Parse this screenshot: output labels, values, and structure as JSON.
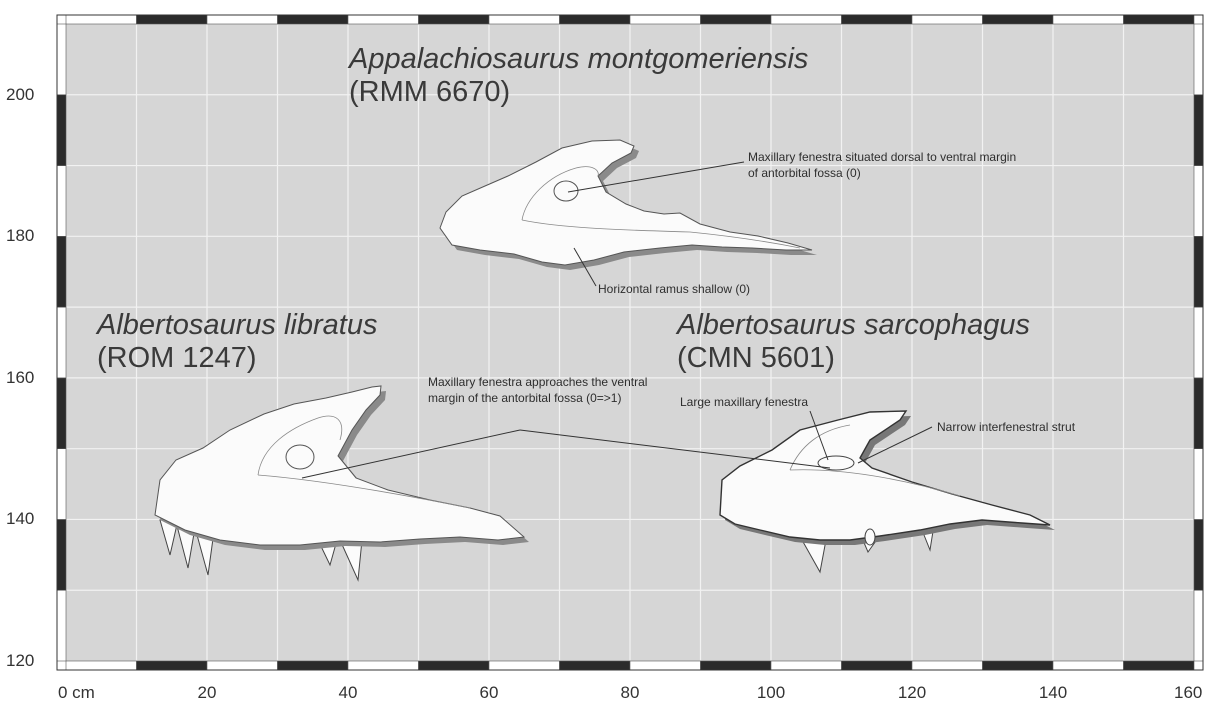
{
  "x_axis": {
    "unit": "cm",
    "ticks": [
      "0 cm",
      "20",
      "40",
      "60",
      "80",
      "100",
      "120",
      "140",
      "160"
    ]
  },
  "y_axis": {
    "ticks": [
      "120",
      "140",
      "160",
      "180",
      "200"
    ]
  },
  "specimens": [
    {
      "id": "appalachiosaurus",
      "name": "Appalachiosaurus montgomeriensis",
      "specimen": "(RMM 6670)"
    },
    {
      "id": "libratus",
      "name": "Albertosaurus libratus",
      "specimen": "(ROM 1247)"
    },
    {
      "id": "sarcophagus",
      "name": "Albertosaurus sarcophagus",
      "specimen": "(CMN 5601)"
    }
  ],
  "annotations": {
    "maxillary_dorsal": "Maxillary fenestra situated dorsal to ventral margin of antorbital fossa (0)",
    "horizontal_ramus": "Horizontal ramus shallow (0)",
    "maxillary_approaches": "Maxillary fenestra approaches the ventral margin of the antorbital fossa (0=>1)",
    "large_maxillary": "Large maxillary fenestra",
    "narrow_strut": "Narrow interfenestral strut"
  },
  "colors": {
    "panel": "#d6d6d6",
    "grid": "#f2f2f2",
    "frame_dark": "#2b2b2b",
    "bone": "#fbfbfb",
    "shadow": "#8a8a8a"
  }
}
